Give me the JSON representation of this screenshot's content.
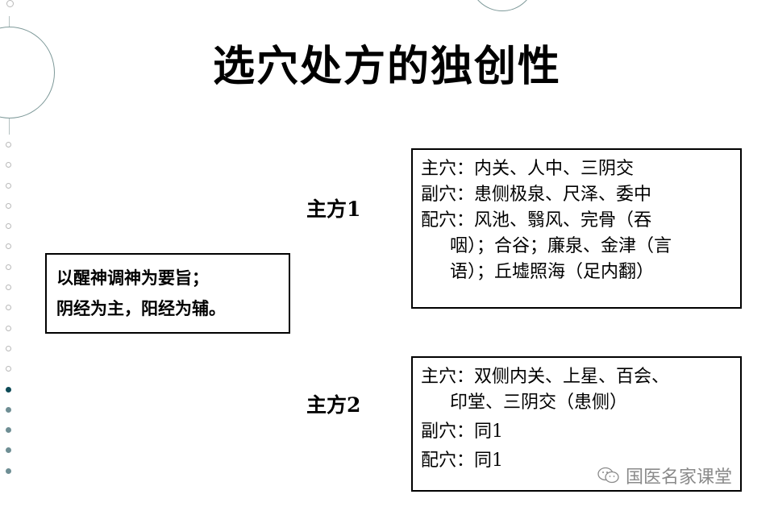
{
  "slide": {
    "title": "选穴处方的独创性",
    "principle_box": {
      "lines": [
        "以醒神调神为要旨；",
        "阴经为主，阳经为辅。"
      ]
    },
    "prescriptions": [
      {
        "label": "主方1",
        "lines": [
          {
            "text": "主穴：内关、人中、三阴交",
            "indent": false
          },
          {
            "text": "副穴：患侧极泉、尺泽、委中",
            "indent": false
          },
          {
            "text": "配穴：风池、翳风、完骨（吞",
            "indent": false
          },
          {
            "text": "咽）；合谷；廉泉、金津（言",
            "indent": true
          },
          {
            "text": "语）；丘墟照海（足内翻）",
            "indent": true
          }
        ]
      },
      {
        "label": "主方2",
        "lines": [
          {
            "text": "主穴：双侧内关、上星、百会、",
            "indent": false
          },
          {
            "text": "印堂、三阴交（患侧）",
            "indent": true
          },
          {
            "text": "副穴：同1",
            "indent": false
          },
          {
            "text": "配穴：同1",
            "indent": false
          }
        ]
      }
    ]
  },
  "watermark": {
    "icon": "wechat-icon",
    "text": "国医名家课堂"
  },
  "decor": {
    "accent_color": "#0d4a56",
    "dot_color": "#6e8e94",
    "outline_color": "#7f9a9a",
    "left_dots": [
      "hollow",
      "hollow",
      "hollow",
      "hollow",
      "hollow",
      "hollow",
      "hollow",
      "hollow",
      "hollow",
      "hollow",
      "hollow",
      "hollow",
      "active",
      "filled",
      "filled",
      "filled",
      "filled"
    ]
  }
}
